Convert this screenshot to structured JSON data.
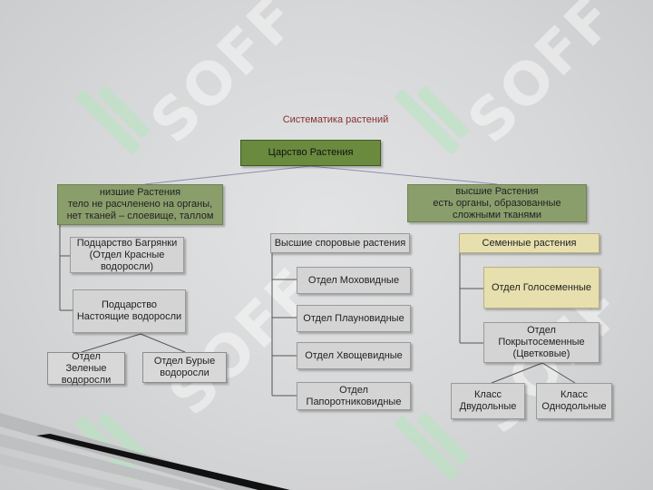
{
  "title": "Систематика растений",
  "root": "Царство Растения",
  "lower": "низшие Растения\nтело не расчленено на органы, нет тканей – слоевище, таллом",
  "higher": "высшие Растения\nесть органы, образованные сложными тканями",
  "red_algae": "Подцарство Багрянки (Отдел Красные водоросли)",
  "true_algae": "Подцарство Настоящие водоросли",
  "green_algae": "Отдел Зеленые водоросли",
  "brown_algae": "Отдел Бурые водоросли",
  "spore": "Высшие споровые растения",
  "seed": "Семенные растения",
  "mosses": "Отдел Моховидные",
  "club_mosses": "Отдел Плауновидные",
  "horsetails": "Отдел Хвощевидные",
  "ferns": "Отдел Папоротниковидные",
  "gymnosperms": "Отдел Голосеменные",
  "angiosperms": "Отдел Покрытосеменные (Цветковые)",
  "dicots": "Класс Двудольные",
  "monocots": "Класс Однодольные",
  "watermark": "SOFF",
  "colors": {
    "root": "#6a8a3e",
    "group": "#8a9e6c",
    "seed": "#e7e0ae",
    "node": "#d4d4d4"
  }
}
